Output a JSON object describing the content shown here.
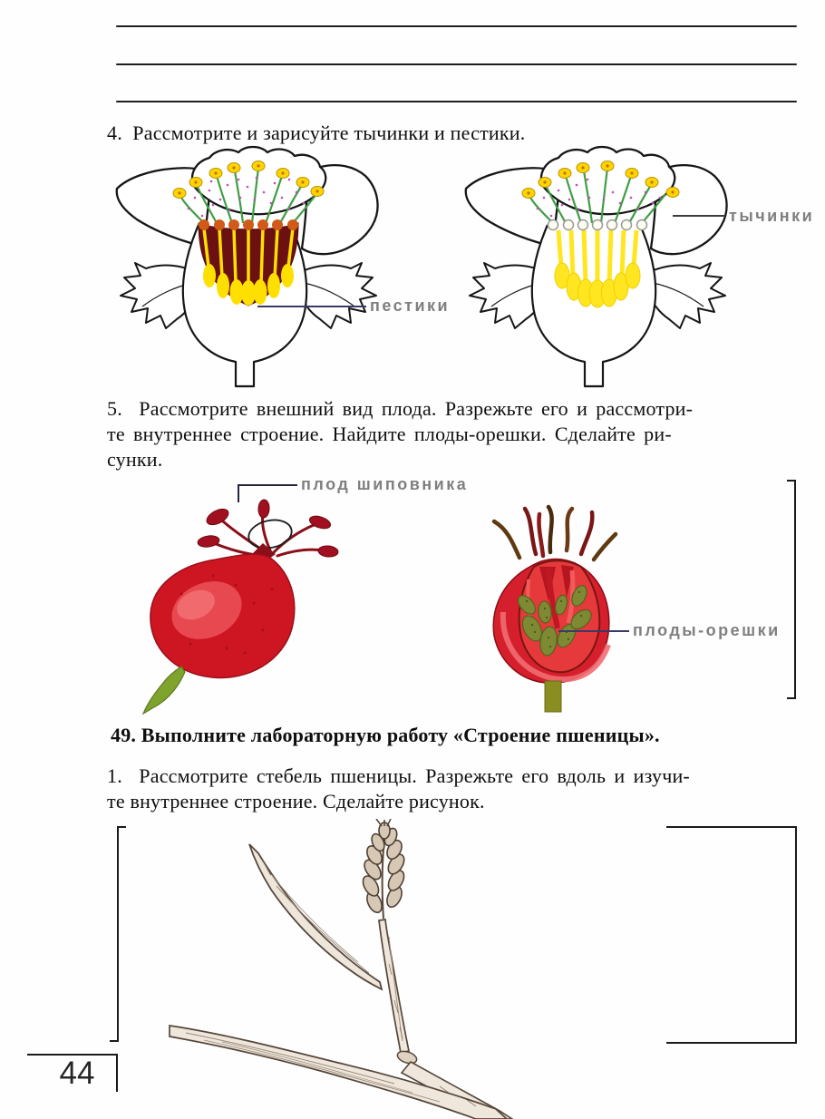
{
  "page": {
    "number": "44"
  },
  "answer_lines_count": 3,
  "tasks": {
    "task4": {
      "text": "4.  Рассмотрите и зарисуйте тычинки и пестики."
    },
    "task5": {
      "lines": [
        "5.  Рассмотрите внешний вид плода. Разрежьте его и рассмотри-",
        "те внутреннее строение. Найдите плоды-орешки. Сделайте ри-",
        "сунки."
      ]
    },
    "lab_heading": {
      "text": "49. Выполните лабораторную работу «Строение пшеницы»."
    },
    "task1": {
      "lines": [
        "1.  Рассмотрите стебель пшеницы. Разрежьте его вдоль и изучи-",
        "те внутреннее строение. Сделайте рисунок."
      ]
    }
  },
  "figures": {
    "flower_section": {
      "pistils_label": "пестики",
      "stamens_label": "тычинки"
    },
    "fruit_section": {
      "rosehip_label": "плод шиповника",
      "nutlets_label": "плоды-орешки"
    }
  },
  "colors": {
    "cup_maroon": "#6b1111",
    "pistil_yellow": "#ffdf00",
    "stamen_green": "#3f9e43",
    "pollen_magenta": "#c44ac0",
    "stigma_orange": "#d05a18",
    "fruit_red": "#d51f2c",
    "fruit_inner_red": "#e6393c",
    "nutlet_olive": "#7d8a33",
    "stem_green": "#7fa32c",
    "label_gray": "#7f7f7f",
    "leader_navy": "#3a3a66",
    "sketch_brown": "#55463a",
    "ink_black": "#1a1a1a"
  }
}
